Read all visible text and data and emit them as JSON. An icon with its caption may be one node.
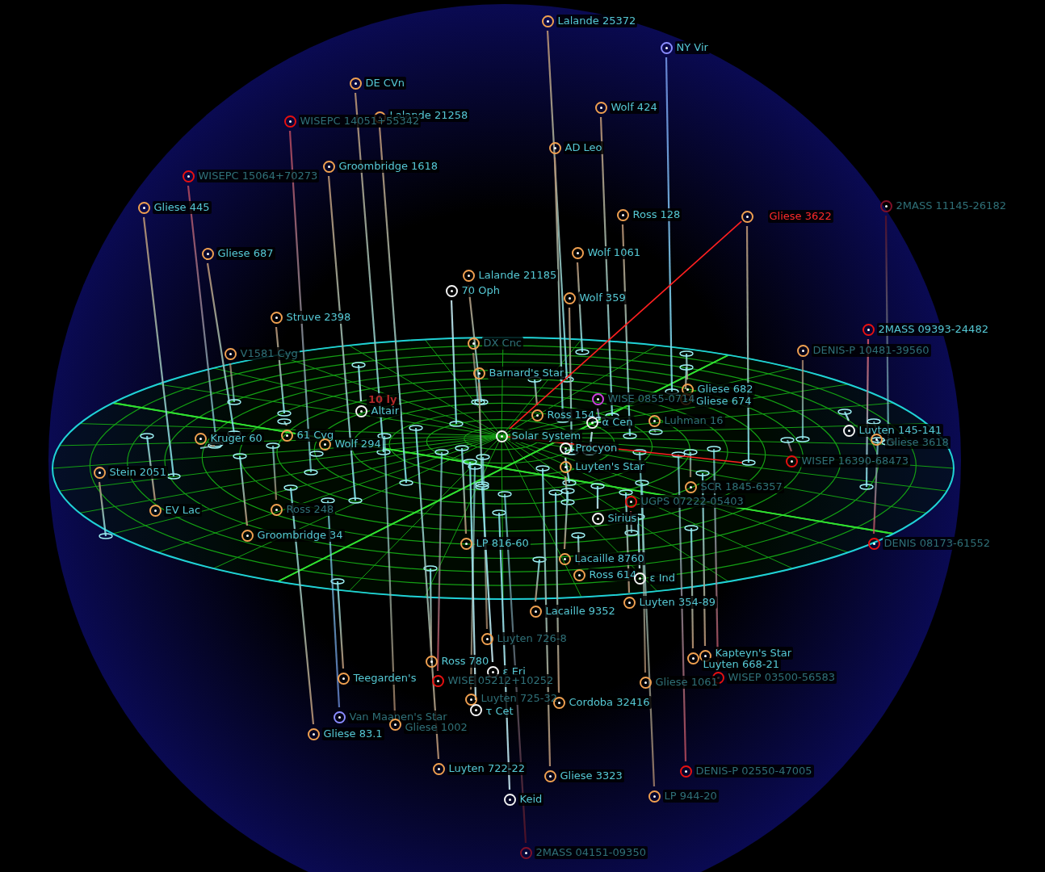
{
  "diagram": {
    "nodes": [
      {
        "text": [
          "Lalande 25372"
        ]
      },
      {
        "text": [
          "NY Vir"
        ]
      },
      {
        "text": [
          "DE CVn"
        ]
      },
      {
        "text": [
          "Wolf 424"
        ]
      },
      {
        "text": [
          "Lalande 21258"
        ]
      },
      {
        "text": [
          "WISEPC 14051+55342"
        ]
      },
      {
        "text": [
          "AD Leo"
        ]
      },
      {
        "text": [
          "Groombridge 1618"
        ]
      },
      {
        "text": [
          "WISEPC 15064+70273"
        ]
      },
      {
        "text": [
          "Gliese 445"
        ]
      },
      {
        "text": [
          "2MASS 11145-26182"
        ]
      },
      {
        "text": [
          "Ross 128"
        ]
      },
      {
        "text": [
          "Gliese 3622"
        ]
      },
      {
        "text": [
          "Gliese 687"
        ]
      },
      {
        "text": [
          "Wolf 1061"
        ]
      },
      {
        "text": [
          "Lalande 21185"
        ]
      },
      {
        "text": [
          "70 Oph"
        ]
      },
      {
        "text": [
          "Wolf 359"
        ]
      },
      {
        "text": [
          "Struve 2398"
        ]
      },
      {
        "text": [
          "2MASS 09393-24482"
        ]
      },
      {
        "text": [
          "DX Cnc"
        ]
      },
      {
        "text": [
          "DENIS-P 10481-39560"
        ]
      },
      {
        "text": [
          "V1581 Cyg"
        ]
      },
      {
        "text": [
          "Barnard's Star"
        ]
      },
      {
        "text": [
          "Gliese 682"
        ]
      },
      {
        "text": [
          "Gliese 674"
        ]
      },
      {
        "text": [
          "WISE 0855-0714"
        ]
      },
      {
        "text": [
          "Altair"
        ]
      },
      {
        "text": [
          "Ross 154"
        ]
      },
      {
        "text": [
          "α Cen"
        ]
      },
      {
        "text": [
          "Luhman 16"
        ]
      },
      {
        "text": [
          "Luyten 145-141"
        ]
      },
      {
        "text": [
          "Solar System"
        ]
      },
      {
        "text": [
          "61 Cyg"
        ]
      },
      {
        "text": [
          "Kruger 60"
        ]
      },
      {
        "text": [
          "Gliese 3618"
        ]
      },
      {
        "text": [
          "Wolf 294"
        ]
      },
      {
        "text": [
          "Procyon"
        ]
      },
      {
        "text": [
          "WISEP 16390-68473"
        ]
      },
      {
        "text": [
          "Luyten's Star"
        ]
      },
      {
        "text": [
          "Stein 2051"
        ]
      },
      {
        "text": [
          "SCR 1845-6357"
        ]
      },
      {
        "text": [
          "UGPS 07222-05403"
        ]
      },
      {
        "text": [
          "EV Lac"
        ]
      },
      {
        "text": [
          "Ross 248"
        ]
      },
      {
        "text": [
          "Sirius"
        ]
      },
      {
        "text": [
          "Groombridge 34"
        ]
      },
      {
        "text": [
          "DENIS 08173-61552"
        ]
      },
      {
        "text": [
          "LP 816-60"
        ]
      },
      {
        "text": [
          "Lacaille 8760"
        ]
      },
      {
        "text": [
          "Ross 614"
        ]
      },
      {
        "text": [
          "ε Ind"
        ]
      },
      {
        "text": [
          "Luyten 354-89"
        ]
      },
      {
        "text": [
          "Lacaille 9352"
        ]
      },
      {
        "text": [
          "Luyten 726-8"
        ]
      },
      {
        "text": [
          "Kapteyn's Star"
        ]
      },
      {
        "text": [
          "Luyten 668-21"
        ]
      },
      {
        "text": [
          "Ross 780"
        ]
      },
      {
        "text": [
          "ε Eri"
        ]
      },
      {
        "text": [
          "Teegarden's"
        ]
      },
      {
        "text": [
          "WISE 05212+10252"
        ]
      },
      {
        "text": [
          "WISEP 03500-56583"
        ]
      },
      {
        "text": [
          "Gliese 1061"
        ]
      },
      {
        "text": [
          "Luyten 725-32"
        ]
      },
      {
        "text": [
          "Cordoba 32416"
        ]
      },
      {
        "text": [
          "τ Cet"
        ]
      },
      {
        "text": [
          "Van Maanen's Star"
        ]
      },
      {
        "text": [
          "Gliese 1002"
        ]
      },
      {
        "text": [
          "Gliese 83.1"
        ]
      },
      {
        "text": [
          "Luyten 722-22"
        ]
      },
      {
        "text": [
          "DENIS-P 02550-47005"
        ]
      },
      {
        "text": [
          "Gliese 3323"
        ]
      },
      {
        "text": [
          "LP 944-20"
        ]
      },
      {
        "text": [
          "Keid"
        ]
      },
      {
        "text": [
          "2MASS 04151-09350"
        ]
      }
    ],
    "edges": [
      {
        "from": 32,
        "to": 12,
        "arrow": "none",
        "color": "#ff2020"
      }
    ],
    "labels": [
      "10 ly"
    ]
  }
}
